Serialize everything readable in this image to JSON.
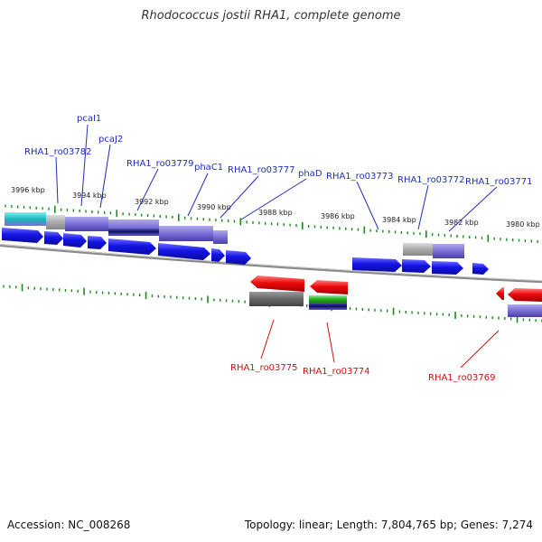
{
  "title": "Rhodococcus jostii RHA1, complete genome",
  "footer": {
    "accession": "Accession: NC_008268",
    "topology": "Topology: linear; Length: 7,804,765 bp; Genes: 7,274"
  },
  "kbp_ticks": [
    "3996 kbp",
    "3994 kbp",
    "3992 kbp",
    "3990 kbp",
    "3988 kbp",
    "3986 kbp",
    "3984 kbp",
    "3982 kbp",
    "3980 kbp"
  ],
  "forward_labels": [
    "pcaI1",
    "pcaJ2",
    "RHA1_ro03782",
    "RHA1_ro03779",
    "phaC1",
    "RHA1_ro03777",
    "phaD",
    "RHA1_ro03773",
    "RHA1_ro03772",
    "RHA1_ro03771"
  ],
  "reverse_labels": [
    "RHA1_ro03775",
    "RHA1_ro03774",
    "RHA1_ro03769"
  ],
  "colors": {
    "forward_gene": "#1414e6",
    "reverse_gene": "#ee0a0a",
    "tick": "#1a8a1a",
    "backbone": "#888888",
    "forward_label": "#1f2fb5",
    "reverse_label": "#cc1111"
  }
}
